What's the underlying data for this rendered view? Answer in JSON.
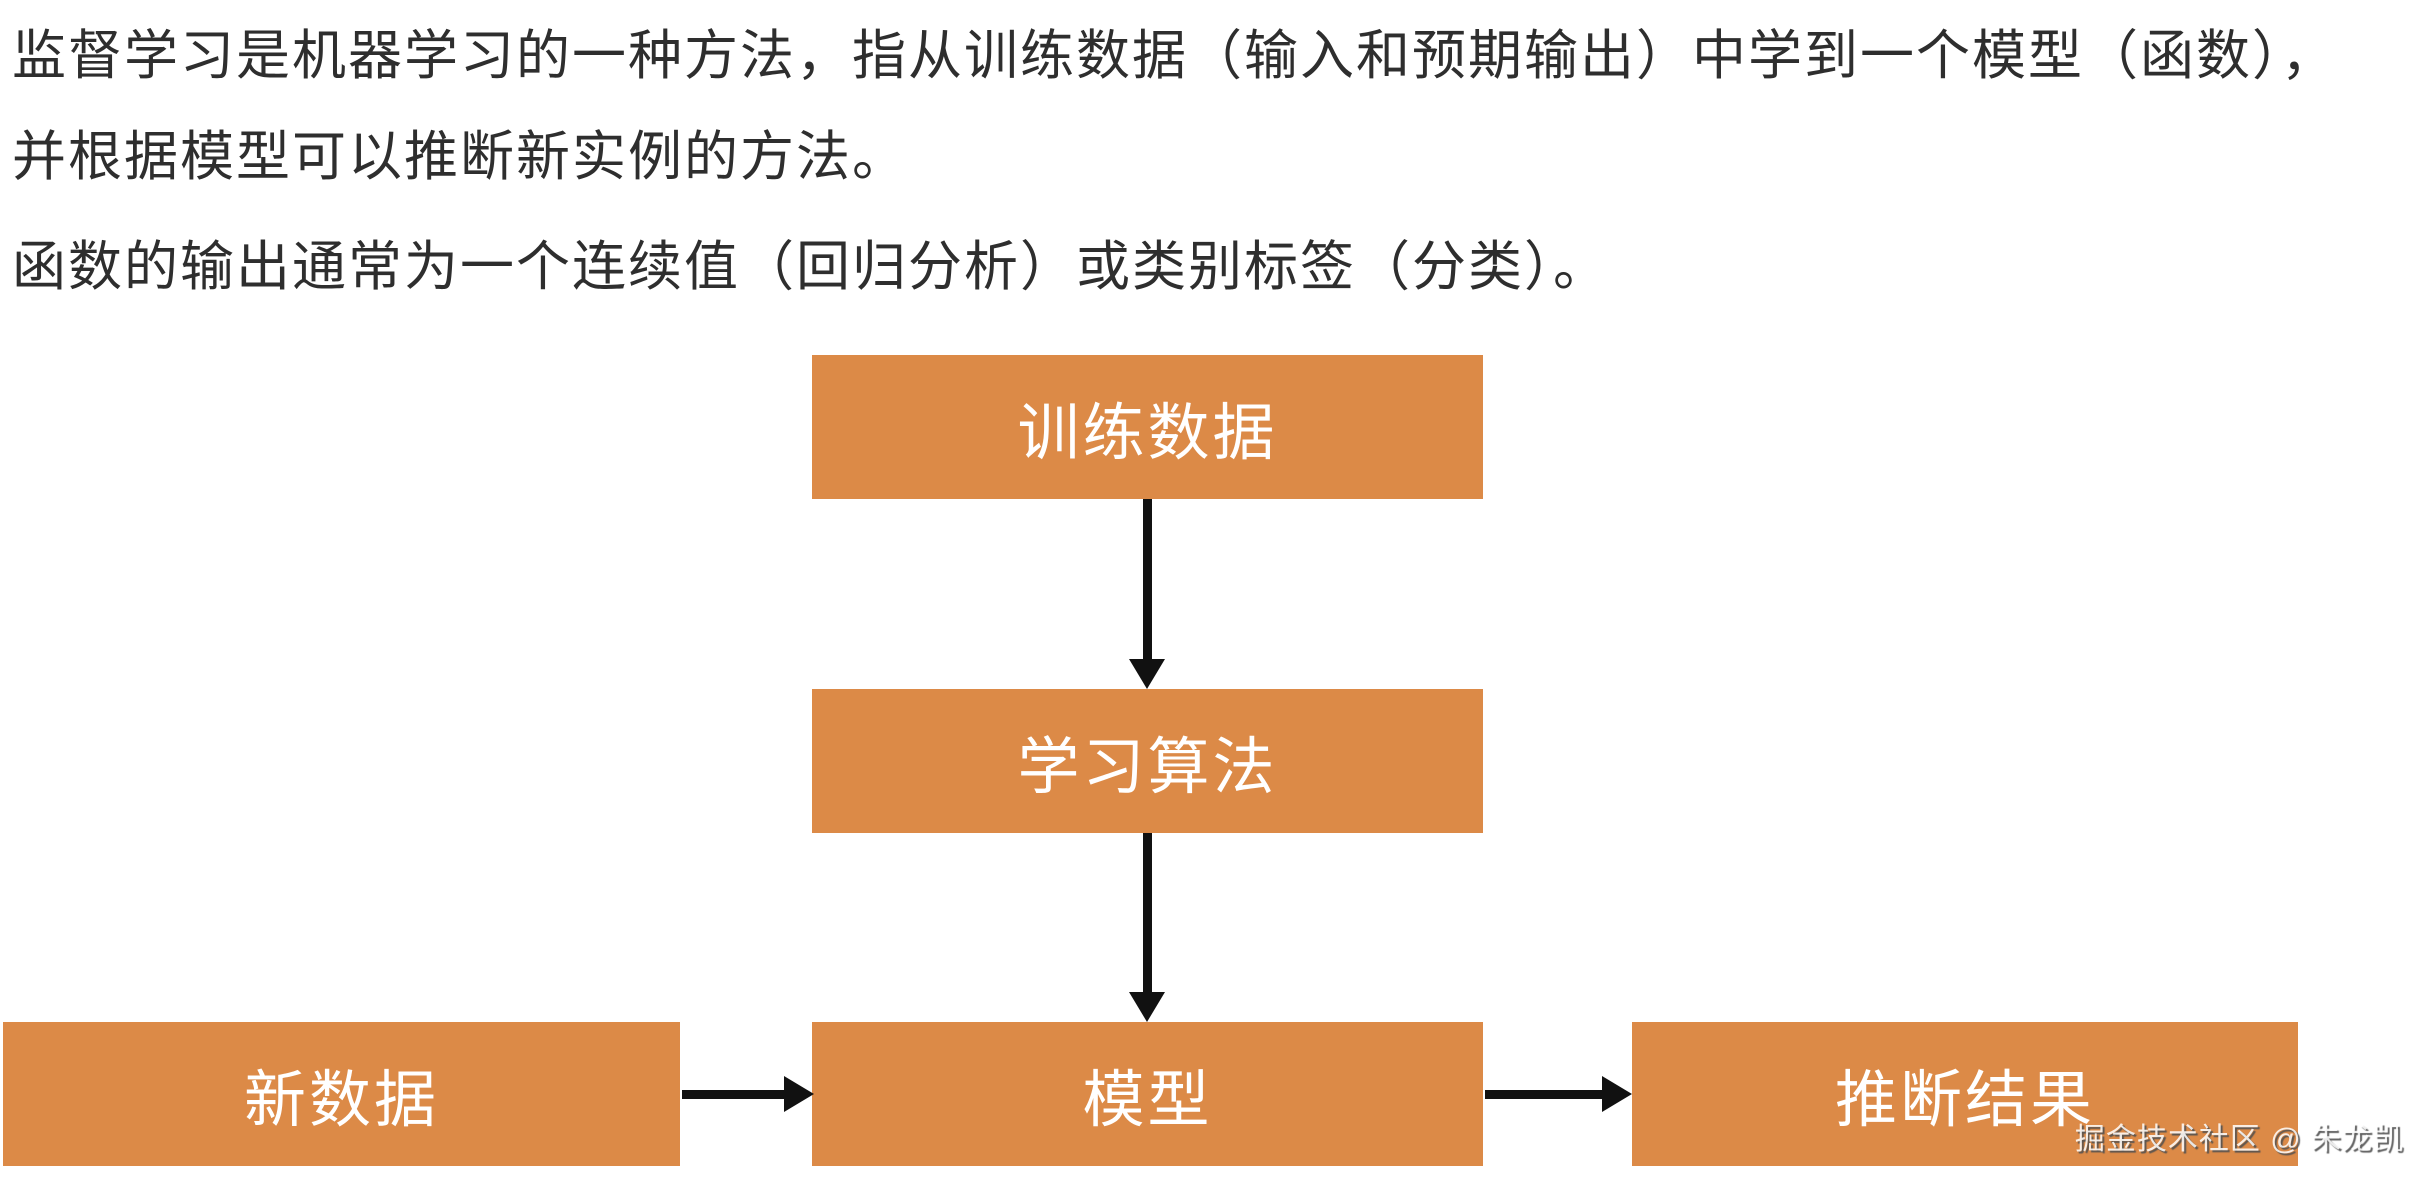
{
  "intro": {
    "lines": [
      "监督学习是机器学习的一种方法，指从训练数据（输入和预期输出）中学到一个模型（函数），",
      "并根据模型可以推断新实例的方法。",
      "函数的输出通常为一个连续值（回归分析）或类别标签（分类）。"
    ]
  },
  "flowchart": {
    "nodes": [
      {
        "id": "train-data",
        "label": "训练数据"
      },
      {
        "id": "learning-algorithm",
        "label": "学习算法"
      },
      {
        "id": "model",
        "label": "模型"
      },
      {
        "id": "new-data",
        "label": "新数据"
      },
      {
        "id": "inference-result",
        "label": "推断结果"
      }
    ],
    "edges": [
      {
        "from": "train-data",
        "to": "learning-algorithm",
        "direction": "down"
      },
      {
        "from": "learning-algorithm",
        "to": "model",
        "direction": "down"
      },
      {
        "from": "new-data",
        "to": "model",
        "direction": "right"
      },
      {
        "from": "model",
        "to": "inference-result",
        "direction": "right"
      }
    ]
  },
  "watermark": {
    "text": "掘金技术社区 @ 朱龙凯"
  },
  "colors": {
    "node_fill": "#DC8A47",
    "node_text": "#FFFFFF",
    "arrow": "#111111",
    "body_text": "#2E2E2E",
    "watermark_text": "#FFFFFF",
    "watermark_shadow": "#505050",
    "background": "#FFFFFF"
  }
}
